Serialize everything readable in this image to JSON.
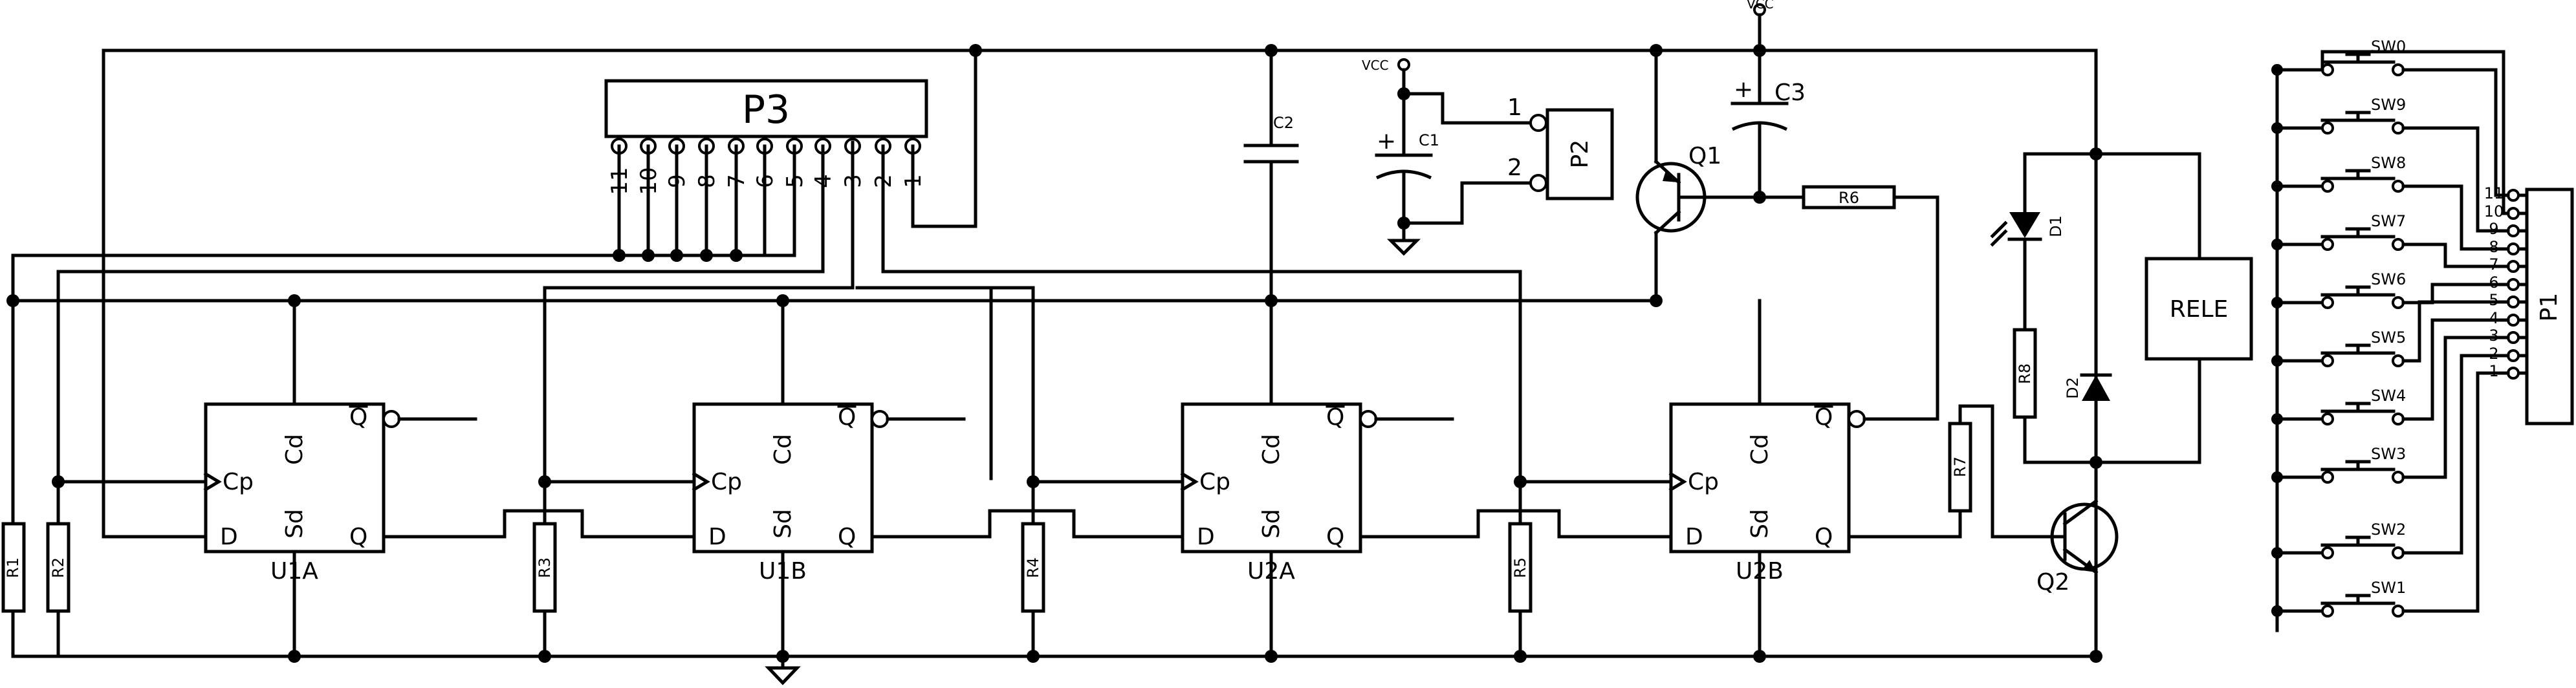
{
  "labels": {
    "p3": "P3",
    "p3_pins": [
      "11",
      "10",
      "9",
      "8",
      "7",
      "6",
      "5",
      "4",
      "3",
      "2",
      "1"
    ],
    "ff_pins": {
      "cd": "Cd",
      "sd": "Sd",
      "cp": "Cp",
      "d": "D",
      "q": "Q",
      "qbar": "Q"
    },
    "u1a": "U1A",
    "u1b": "U1B",
    "u2a": "U2A",
    "u2b": "U2B",
    "r1": "R1",
    "r2": "R2",
    "r3": "R3",
    "r4": "R4",
    "r5": "R5",
    "r6": "R6",
    "r7": "R7",
    "r8": "R8",
    "c1": "C1",
    "c2": "C2",
    "c3": "C3",
    "plus": "+",
    "vcc": "VCC",
    "p2": "P2",
    "p2_pin1": "1",
    "p2_pin2": "2",
    "q1": "Q1",
    "q2": "Q2",
    "d1": "D1",
    "d2": "D2",
    "rele": "RELE",
    "p1": "P1",
    "p1_pins": [
      "11",
      "10",
      "9",
      "8",
      "7",
      "6",
      "5",
      "4",
      "3",
      "2",
      "1"
    ],
    "switches": [
      "SW0",
      "SW9",
      "SW8",
      "SW7",
      "SW6",
      "SW5",
      "SW4",
      "SW3",
      "SW2",
      "SW1"
    ]
  }
}
